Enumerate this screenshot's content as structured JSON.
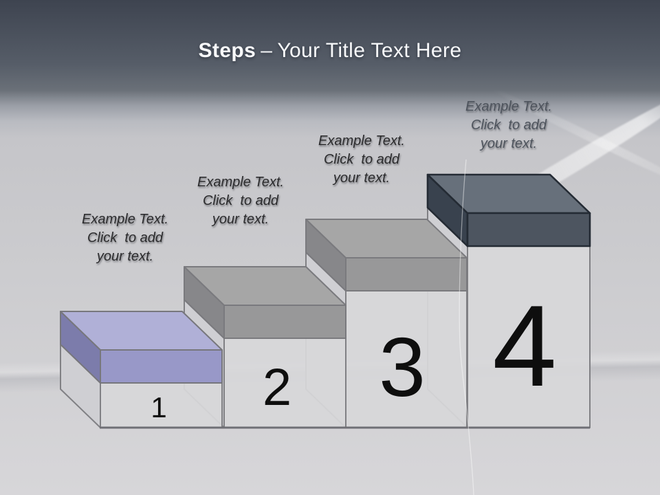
{
  "title": {
    "prefix": "Steps",
    "separator": "–",
    "rest": "Your Title Text Here"
  },
  "steps": [
    {
      "number": "1",
      "label": {
        "lines": [
          "Example Text.",
          "Click  to add",
          "your text."
        ],
        "color": "#2c2c2e"
      },
      "cap": {
        "top": "#b0b0d7",
        "front": "#9898c8",
        "left": "#7c7cab",
        "stroke": "#77777c"
      }
    },
    {
      "number": "2",
      "label": {
        "lines": [
          "Example Text.",
          "Click  to add",
          "your text."
        ],
        "color": "#2c2c2e"
      },
      "cap": {
        "top": "#a6a6a6",
        "front": "#989899",
        "left": "#87878a",
        "stroke": "#7a7a7e"
      }
    },
    {
      "number": "3",
      "label": {
        "lines": [
          "Example Text.",
          "Click  to add",
          "your text."
        ],
        "color": "#2c2c2e"
      },
      "cap": {
        "top": "#a6a6a6",
        "front": "#989899",
        "left": "#87878a",
        "stroke": "#7a7a7e"
      }
    },
    {
      "number": "4",
      "label": {
        "lines": [
          "Example Text.",
          "Click  to add",
          "your text."
        ],
        "color": "#4e545d"
      },
      "cap": {
        "top": "#67707b",
        "front": "#4d5560",
        "left": "#39424e",
        "stroke": "#242b34"
      }
    }
  ],
  "pedestal": {
    "front": "#d7d7d9",
    "left": "#cfcfd3",
    "stroke": "#808084",
    "baseline_color": "#6f6f75",
    "number_color": "#0e0e0e"
  },
  "background": {
    "header_top": "#3e4450",
    "header_mid": "#565d68",
    "header_bottom": "#6a7078",
    "body_top": "#c5c5c9",
    "body_bottom": "#d7d6d9",
    "streak_color": "#ffffff"
  }
}
